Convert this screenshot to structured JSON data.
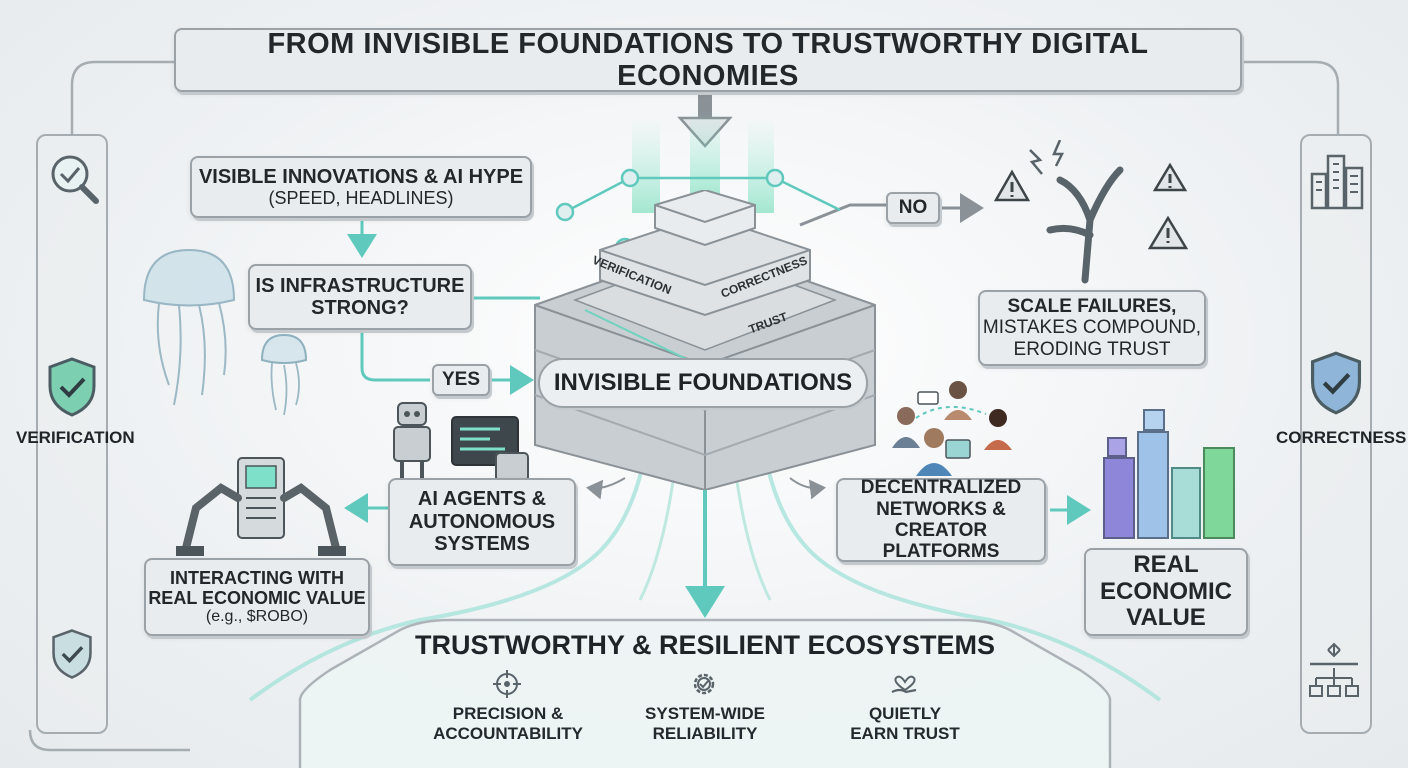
{
  "title": "FROM INVISIBLE FOUNDATIONS TO TRUSTWORTHY DIGITAL ECONOMIES",
  "visible_innovations": {
    "line1": "VISIBLE INNOVATIONS & AI HYPE",
    "line2": "(SPEED, HEADLINES)"
  },
  "question": {
    "line1": "IS INFRASTRUCTURE",
    "line2": "STRONG?"
  },
  "no_label": "NO",
  "yes_label": "YES",
  "scale_failures": {
    "line1": "SCALE FAILURES,",
    "line2": "MISTAKES COMPOUND,",
    "line3": "ERODING TRUST"
  },
  "invisible_foundations": "INVISIBLE FOUNDATIONS",
  "layers": {
    "verification": "VERIFICATION",
    "correctness": "CORRECTNESS",
    "trust": "TRUST"
  },
  "ai_agents": {
    "line1": "AI AGENTS &",
    "line2": "AUTONOMOUS",
    "line3": "SYSTEMS"
  },
  "decentralized": {
    "line1": "DECENTRALIZED",
    "line2": "NETWORKS &",
    "line3": "CREATOR PLATFORMS"
  },
  "interacting": {
    "line1": "INTERACTING WITH",
    "line2": "REAL ECONOMIC VALUE",
    "line3": "(e.g., $ROBO)"
  },
  "real_value": {
    "line1": "REAL",
    "line2": "ECONOMIC",
    "line3": "VALUE"
  },
  "ecosystems": {
    "title": "TRUSTWORTHY & RESILIENT ECOSYSTEMS",
    "items": [
      {
        "line1": "PRECISION &",
        "line2": "ACCOUNTABILITY",
        "icon": "target-icon"
      },
      {
        "line1": "SYSTEM-WIDE",
        "line2": "RELIABILITY",
        "icon": "gear-check-icon"
      },
      {
        "line1": "QUIETLY",
        "line2": "EARN TRUST",
        "icon": "hand-heart-icon"
      }
    ]
  },
  "left_side": {
    "label": "VERIFICATION"
  },
  "right_side": {
    "label": "CORRECTNESS"
  },
  "colors": {
    "teal": "#5fc9bd",
    "border": "#9aa2a8",
    "panel": "#e9ecee"
  }
}
